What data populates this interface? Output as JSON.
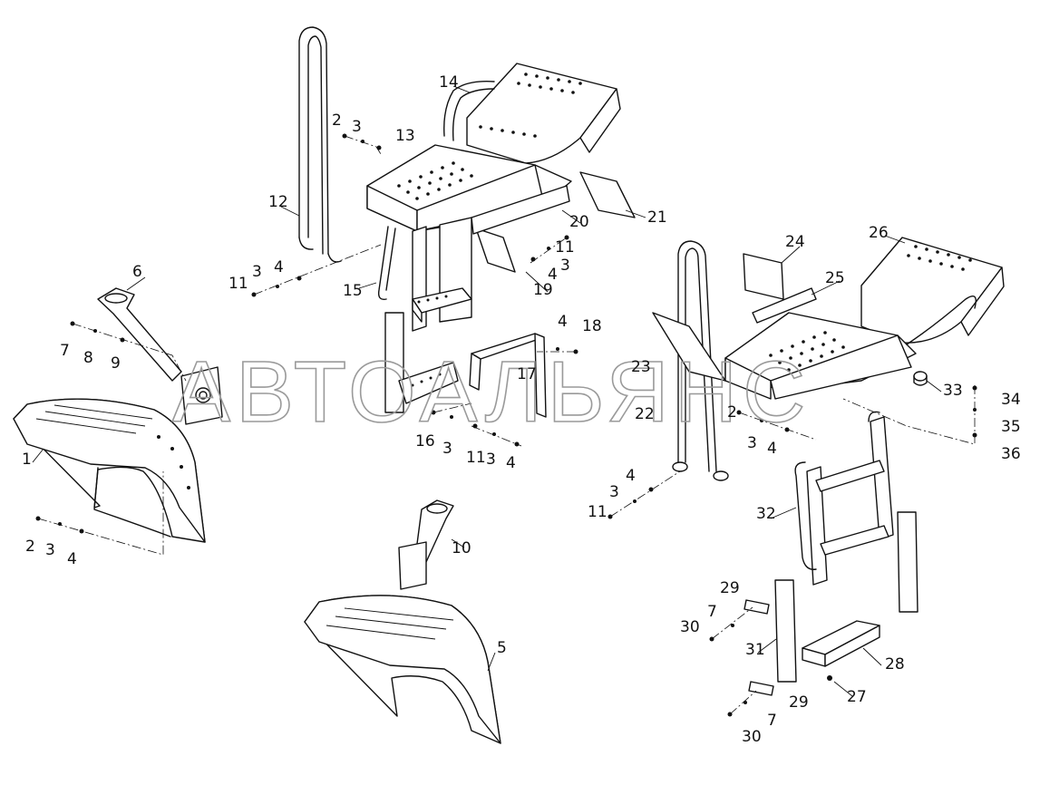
{
  "watermark": "АВТОАЛЬЯНС",
  "callouts": [
    "1",
    "2",
    "3",
    "4",
    "5",
    "6",
    "7",
    "8",
    "9",
    "10",
    "11",
    "12",
    "13",
    "14",
    "15",
    "16",
    "17",
    "18",
    "19",
    "20",
    "21",
    "22",
    "23",
    "24",
    "25",
    "26",
    "27",
    "28",
    "29",
    "30",
    "31",
    "32",
    "33",
    "34",
    "35",
    "36"
  ],
  "parts": {
    "fender_left": "1",
    "fender_bottom": "5",
    "bracket_left": "6",
    "bracket_bottom": "10",
    "handrail_left": "12",
    "step_platform_left": "14",
    "step_platform_right": "26",
    "handrail_right": "22",
    "ladder": "32",
    "lower_step": "28"
  }
}
